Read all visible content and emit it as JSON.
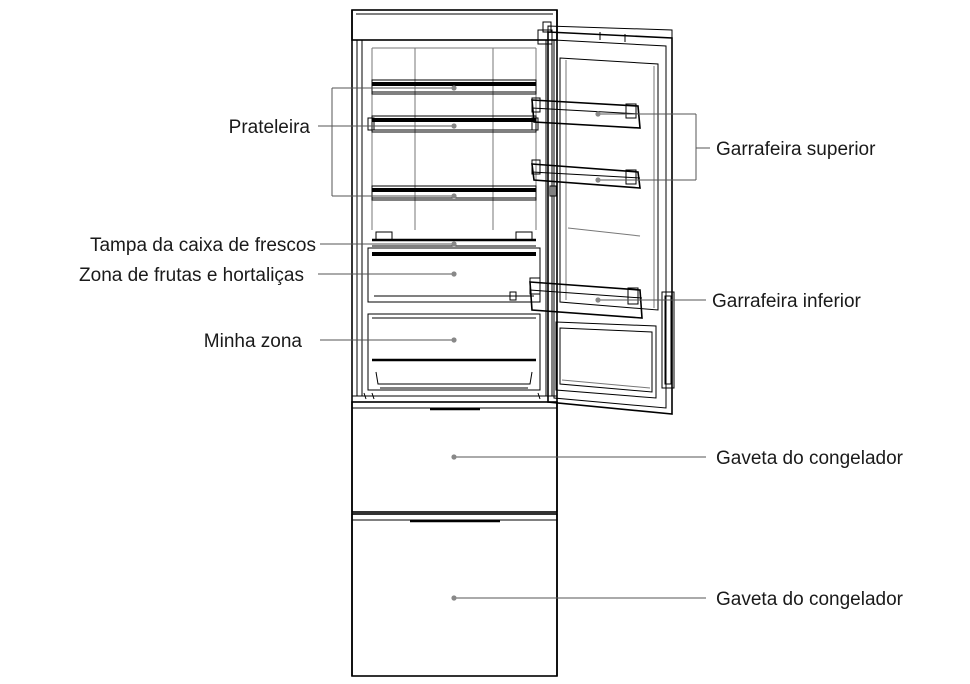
{
  "labels": {
    "shelf": "Prateleira",
    "crisper_cover": "Tampa da caixa de frescos",
    "fruit_vegetable_zone": "Zona de frutas e hortaliças",
    "my_zone": "Minha zona",
    "upper_bottle_rack": "Garrafeira superior",
    "lower_bottle_rack": "Garrafeira inferior",
    "freezer_drawer_1": "Gaveta do congelador",
    "freezer_drawer_2": "Gaveta do congelador"
  },
  "colors": {
    "line": "#000000",
    "leader": "#555555",
    "dot": "#888888",
    "text": "#1a1a1a"
  }
}
